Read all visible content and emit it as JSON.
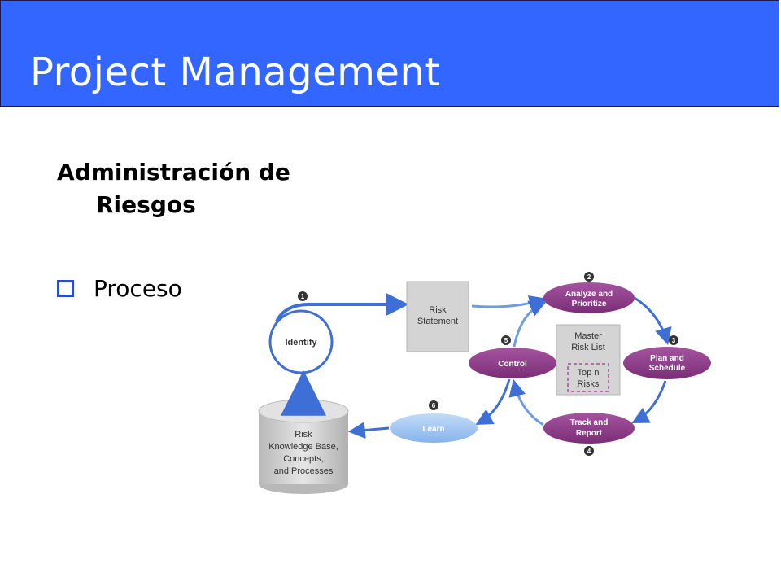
{
  "slide": {
    "title": "Project Management",
    "heading_line1": "Administración de",
    "heading_line2": "Riesgos",
    "bullet": "Proceso"
  },
  "diagram": {
    "steps": {
      "s1": "1",
      "s2": "2",
      "s3": "3",
      "s4": "4",
      "s5": "5",
      "s6": "6"
    },
    "identify": "Identify",
    "risk_statement": [
      "Risk",
      "Statement"
    ],
    "analyze": [
      "Analyze and",
      "Prioritize"
    ],
    "master_list": [
      "Master",
      "Risk List"
    ],
    "top_n": [
      "Top n",
      "Risks"
    ],
    "control": "Control",
    "plan": [
      "Plan and",
      "Schedule"
    ],
    "track": [
      "Track and",
      "Report"
    ],
    "learn": "Learn",
    "knowledge_base": [
      "Risk",
      "Knowledge Base,",
      "Concepts,",
      "and Processes"
    ],
    "colors": {
      "purple": "#8b3a87",
      "blue_arrow": "#3d6fd6",
      "learn": "#9ec4f2",
      "gray": "#d4d4d4"
    }
  }
}
